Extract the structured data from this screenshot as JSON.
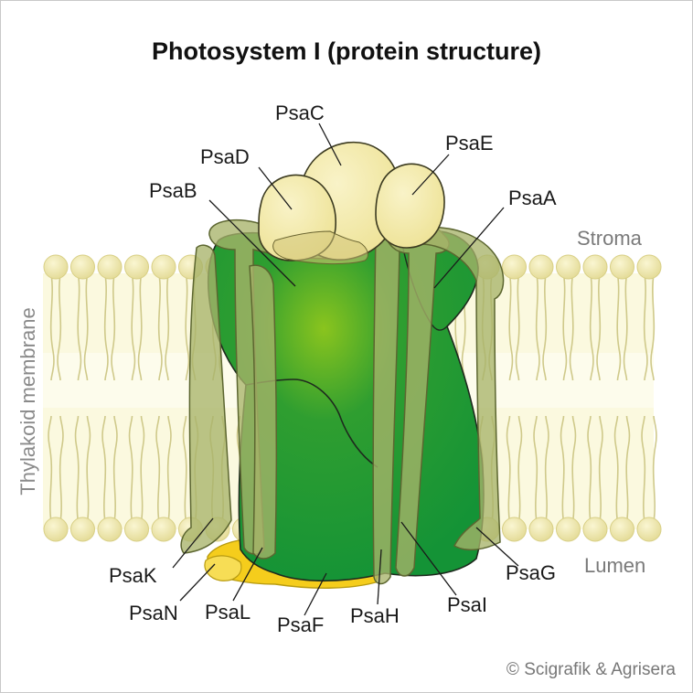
{
  "title": "Photosystem I (protein structure)",
  "regions": {
    "stroma": "Stroma",
    "lumen": "Lumen",
    "membrane": "Thylakoid membrane"
  },
  "subunits": {
    "psaA": "PsaA",
    "psaB": "PsaB",
    "psaC": "PsaC",
    "psaD": "PsaD",
    "psaE": "PsaE",
    "psaF": "PsaF",
    "psaG": "PsaG",
    "psaH": "PsaH",
    "psaI": "PsaI",
    "psaK": "PsaK",
    "psaL": "PsaL",
    "psaN": "PsaN"
  },
  "credit": "© Scigrafik & Agrisera",
  "colors": {
    "core_green": "#199a3a",
    "core_center": "#8ac41e",
    "helix_olive": "#a8b36a",
    "stromal_cream": "#f1e7a4",
    "lumenal_yellow": "#f5cd1c",
    "lipid_head": "#ece6a8",
    "membrane_band": "#fbf9df"
  }
}
